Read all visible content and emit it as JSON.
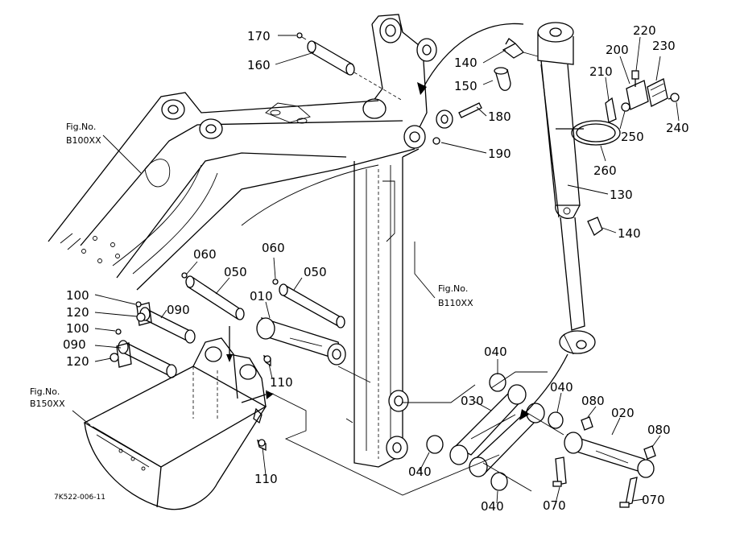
{
  "diagram": {
    "drawing_code": "7K522-006-11",
    "figure_refs": [
      {
        "id": "fig-b100",
        "title": "Fig.No.",
        "code": "B100XX"
      },
      {
        "id": "fig-b110",
        "title": "Fig.No.",
        "code": "B110XX"
      },
      {
        "id": "fig-b150",
        "title": "Fig.No.",
        "code": "B150XX"
      }
    ],
    "part_numbers": [
      {
        "id": "p170",
        "label": "170"
      },
      {
        "id": "p160",
        "label": "160"
      },
      {
        "id": "p140a",
        "label": "140"
      },
      {
        "id": "p150",
        "label": "150"
      },
      {
        "id": "p180",
        "label": "180"
      },
      {
        "id": "p190",
        "label": "190"
      },
      {
        "id": "p220",
        "label": "220"
      },
      {
        "id": "p200",
        "label": "200"
      },
      {
        "id": "p230",
        "label": "230"
      },
      {
        "id": "p210",
        "label": "210"
      },
      {
        "id": "p250",
        "label": "250"
      },
      {
        "id": "p240",
        "label": "240"
      },
      {
        "id": "p260",
        "label": "260"
      },
      {
        "id": "p130",
        "label": "130"
      },
      {
        "id": "p140b",
        "label": "140"
      },
      {
        "id": "p060a",
        "label": "060"
      },
      {
        "id": "p050a",
        "label": "050"
      },
      {
        "id": "p060b",
        "label": "060"
      },
      {
        "id": "p050b",
        "label": "050"
      },
      {
        "id": "p010",
        "label": "010"
      },
      {
        "id": "p100a",
        "label": "100"
      },
      {
        "id": "p120a",
        "label": "120"
      },
      {
        "id": "p090a",
        "label": "090"
      },
      {
        "id": "p100b",
        "label": "100"
      },
      {
        "id": "p090b",
        "label": "090"
      },
      {
        "id": "p120b",
        "label": "120"
      },
      {
        "id": "p110a",
        "label": "110"
      },
      {
        "id": "p110b",
        "label": "110"
      },
      {
        "id": "p040a",
        "label": "040"
      },
      {
        "id": "p030",
        "label": "030"
      },
      {
        "id": "p040b",
        "label": "040"
      },
      {
        "id": "p080a",
        "label": "080"
      },
      {
        "id": "p020",
        "label": "020"
      },
      {
        "id": "p080b",
        "label": "080"
      },
      {
        "id": "p040c",
        "label": "040"
      },
      {
        "id": "p040d",
        "label": "040"
      },
      {
        "id": "p070a",
        "label": "070"
      },
      {
        "id": "p070b",
        "label": "070"
      }
    ]
  }
}
